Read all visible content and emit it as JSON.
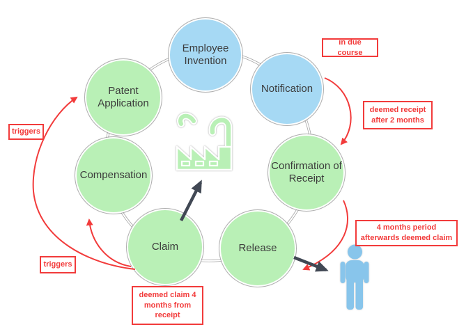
{
  "diagram": {
    "type": "cycle-diagram",
    "nodes": [
      {
        "id": "employee-invention",
        "label": "Employee\nInvention",
        "color": "#a6d9f4"
      },
      {
        "id": "notification",
        "label": "Notification",
        "color": "#a6d9f4"
      },
      {
        "id": "confirmation-of-receipt",
        "label": "Confirmation of\nReceipt",
        "color": "#b9f0b6"
      },
      {
        "id": "release",
        "label": "Release",
        "color": "#b9f0b6"
      },
      {
        "id": "claim",
        "label": "Claim",
        "color": "#b9f0b6"
      },
      {
        "id": "compensation",
        "label": "Compensation",
        "color": "#b9f0b6"
      },
      {
        "id": "patent-application",
        "label": "Patent\nApplication",
        "color": "#b9f0b6"
      }
    ],
    "annotations": [
      {
        "id": "in-due-course",
        "label": "in due course"
      },
      {
        "id": "deemed-receipt",
        "label": "deemed receipt\nafter 2 months"
      },
      {
        "id": "four-months-period",
        "label": "4 months period\nafterwards deemed claim"
      },
      {
        "id": "deemed-claim",
        "label": "deemed claim 4\nmonths from\nreceipt"
      },
      {
        "id": "triggers-left",
        "label": "triggers"
      },
      {
        "id": "triggers-bottom",
        "label": "triggers"
      }
    ],
    "red_arrows": [
      {
        "from": "notification",
        "to": "confirmation-of-receipt"
      },
      {
        "from": "confirmation-of-receipt",
        "to": "release"
      },
      {
        "from": "claim",
        "to": "patent-application"
      },
      {
        "from": "claim",
        "to": "compensation"
      }
    ],
    "dark_arrows": [
      {
        "from": "claim",
        "to": "factory-icon"
      },
      {
        "from": "release",
        "to": "person-icon"
      }
    ],
    "icons": [
      "factory-icon",
      "person-icon"
    ],
    "colors": {
      "node_blue": "#a6d9f4",
      "node_green": "#b9f0b6",
      "annotation_red": "#f23b3b",
      "arrow_dark": "#414854",
      "person_blue": "#88c5eb",
      "connector_gray": "#a6a6a6"
    }
  }
}
